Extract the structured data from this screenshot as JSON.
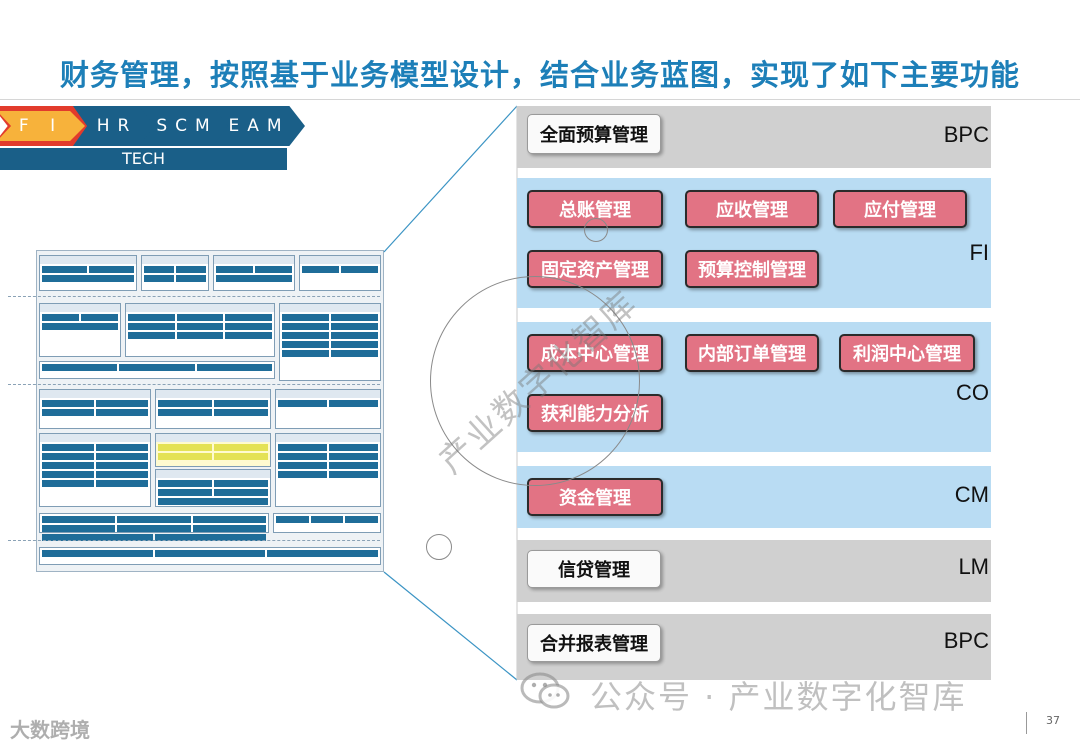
{
  "title": "财务管理，按照基于业务模型设计，结合业务蓝图，实现了如下主要功能",
  "chevrons": [
    "F I",
    "HR",
    "SCM",
    "EAM"
  ],
  "tech_label": "TECH",
  "modules": {
    "budget_top": {
      "label": "全面预算管理",
      "tag": "BPC"
    },
    "fi": {
      "tag": "FI",
      "items": [
        "总账管理",
        "应收管理",
        "应付管理",
        "固定资产管理",
        "预算控制管理"
      ]
    },
    "co": {
      "tag": "CO",
      "items": [
        "成本中心管理",
        "内部订单管理",
        "利润中心管理",
        "获利能力分析"
      ]
    },
    "cm": {
      "tag": "CM",
      "items": [
        "资金管理"
      ]
    },
    "lm": {
      "label": "信贷管理",
      "tag": "LM"
    },
    "bpc_bottom": {
      "label": "合并报表管理",
      "tag": "BPC"
    }
  },
  "watermark": "产业数字化智库",
  "footer_watermark": "公众号 · 产业数字化智库",
  "brand": "大数跨境",
  "page_number": "37",
  "colors": {
    "title": "#1d7fb8",
    "pink_button": "#e27384",
    "blue_band": "#b9dcf3",
    "gray_band": "#d0d0d0",
    "chevron": "#1a5f88",
    "chevron_active": "#f7b23b"
  }
}
